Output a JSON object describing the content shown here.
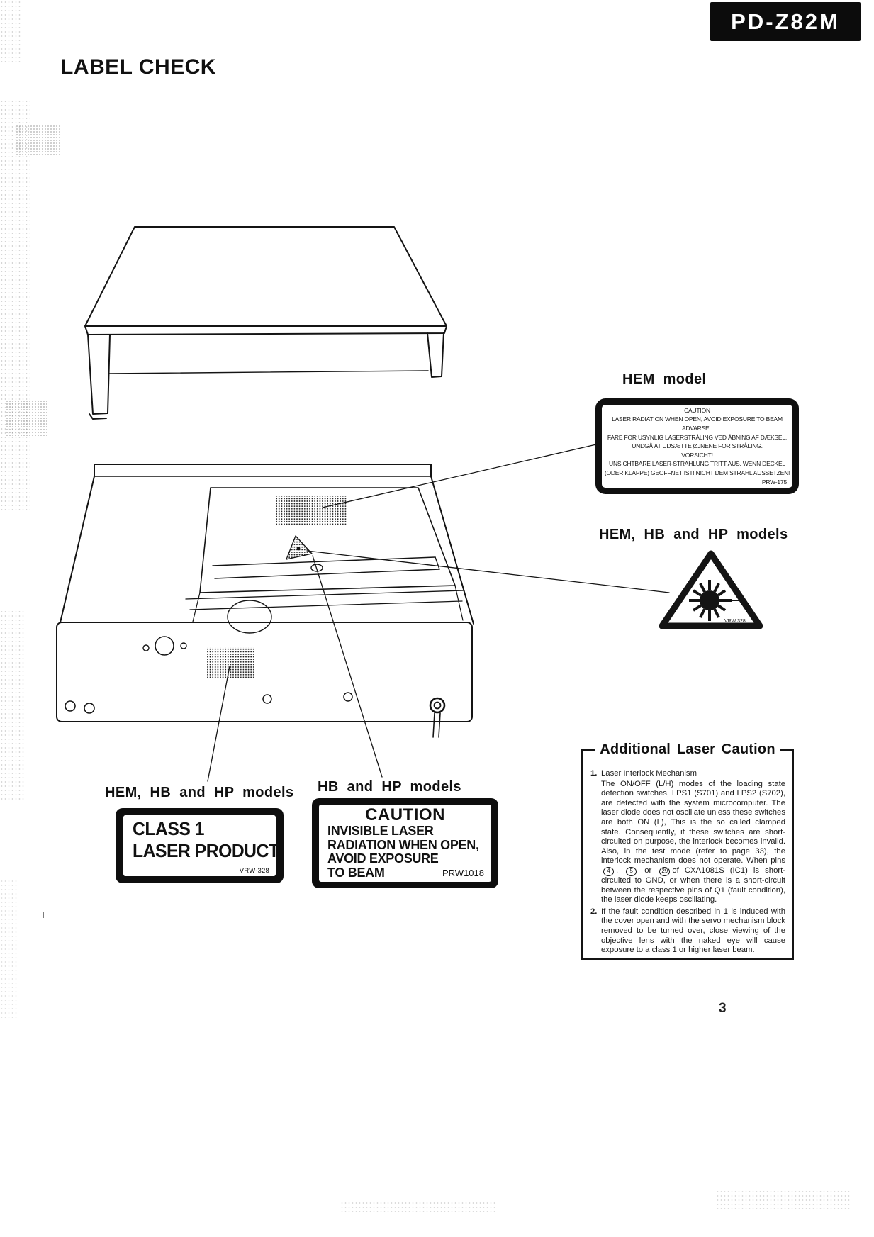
{
  "page": {
    "model_badge": "PD-Z82M",
    "title": "LABEL CHECK",
    "page_number": "3"
  },
  "colors": {
    "ink": "#141414",
    "paper": "#ffffff",
    "label_frame": "#0e0e0e"
  },
  "icons": {
    "laser-warning-triangle-icon": "triangle outline with laser starburst",
    "hatch-pattern": "stippled label placement area"
  },
  "hem_label": {
    "heading": "HEM model",
    "lines": [
      "CAUTION",
      "LASER RADIATION WHEN OPEN, AVOID EXPOSURE TO BEAM",
      "ADVARSEL",
      "FARE FOR USYNLIG LASERSTRÅLING VED ÅBNING AF DÆKSEL.",
      "UNDGÅ AT UDSÆTTE ØJNENE FOR STRÅLING.",
      "VORSICHT!",
      "UNSICHTBARE LASER-STRAHLUNG TRITT AUS, WENN DECKEL",
      "(ODER KLAPPE) GEOFFNET IST! NICHT DEM STRAHL AUSSETZEN!"
    ],
    "part_no": "PRW-175"
  },
  "warning_triangle": {
    "heading": "HEM, HB and HP models",
    "part_no": "VRW 328"
  },
  "additional_caution": {
    "title": "Additional Laser Caution",
    "item1_num": "1.",
    "item1_title": "Laser Interlock Mechanism",
    "item1_body_1": "The ON/OFF (L/H) modes of the loading state detection switches, LPS1 (S701) and LPS2 (S702), are detected with the system microcomputer. The laser diode does not oscillate unless these switches are both ON (L), This is the so called clamped state. Consequently, if these switches are short-circuited on purpose, the interlock becomes invalid. Also, in the test mode (refer to page 33), the interlock mechanism does not operate. When pins",
    "pin4": "4",
    "sep1": ", ",
    "pin5": "5",
    "sep2": " or ",
    "pin29": "29",
    "item1_body_2": "of CXA1081S (IC1) is short-circuited to GND, or when there is a short-circuit between the respective pins of Q1 (fault condition), the laser diode keeps oscillating.",
    "item2_num": "2.",
    "item2_body": "If the fault condition described in 1 is induced with the cover open and with the servo mechanism block removed to be turned over, close viewing of the objective lens with the naked eye will cause exposure to a class 1 or higher laser beam."
  },
  "class1_label": {
    "heading": "HEM, HB and HP models",
    "line1": "CLASS 1",
    "line2": "LASER PRODUCT",
    "part_no": "VRW-328"
  },
  "caution_label": {
    "heading": "HB and HP models",
    "title": "CAUTION",
    "lines": [
      "INVISIBLE LASER",
      "RADIATION WHEN OPEN,",
      "AVOID EXPOSURE",
      "TO BEAM"
    ],
    "part_no": "PRW1018"
  }
}
